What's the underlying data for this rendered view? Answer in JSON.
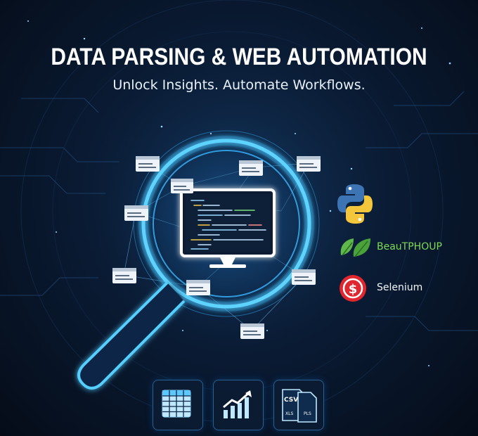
{
  "header": {
    "title": "DATA PARSING & WEB AUTOMATION",
    "subtitle": "Unlock Insights. Automate Workflows."
  },
  "libraries": [
    {
      "label": "",
      "icon": "python-logo-icon"
    },
    {
      "label": "BeauTPHOUP",
      "icon": "leaf-logo-icon"
    },
    {
      "label": "Selenium",
      "icon": "selenium-logo-icon"
    }
  ],
  "bottom_icons": [
    {
      "icon": "spreadsheet-table-icon"
    },
    {
      "icon": "growth-chart-icon"
    },
    {
      "icon": "csv-xls-files-icon",
      "file_labels": [
        "CSV",
        "XLS",
        "PLS"
      ]
    }
  ],
  "colors": {
    "accent": "#2fb8ff",
    "glow": "#5fd3ff",
    "python_blue": "#3d74b3",
    "python_yellow": "#f3c63c",
    "leaf_green": "#5fb84a",
    "selenium_red": "#e0262e",
    "background": "#07101f"
  }
}
